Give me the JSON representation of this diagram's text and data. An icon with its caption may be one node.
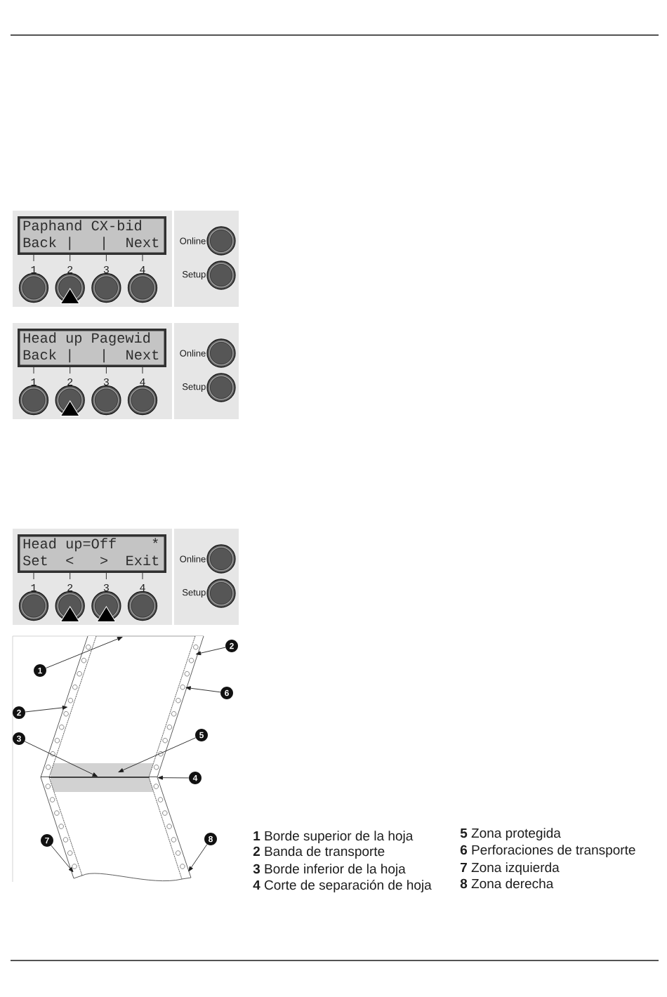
{
  "diagram": {
    "nodes": [
      {
        "text": [],
        "shape": "box"
      },
      {
        "text": [
          "Paphand CX-bid",
          "Back",
          "|",
          "|",
          "Next"
        ],
        "in": 0
      },
      {
        "text": [],
        "shape": "circle",
        "beside": [
          "1"
        ],
        "in": 0
      },
      {
        "text": [],
        "shape": "circle",
        "beside": [
          "2"
        ],
        "in": 0
      },
      {
        "text": [],
        "shape": "circle",
        "beside": [
          "3"
        ],
        "in": 0
      },
      {
        "text": [],
        "shape": "circle",
        "beside": [
          "4"
        ],
        "in": 0
      },
      {
        "text": [],
        "shape": "box"
      },
      {
        "text": [],
        "shape": "circle",
        "beside": [
          "Online"
        ],
        "in": 6
      },
      {
        "text": [],
        "shape": "circle",
        "beside": [
          "Setup"
        ],
        "in": 6
      },
      {
        "text": [],
        "shape": "box"
      },
      {
        "text": [
          "Head up Pagewid",
          "Back",
          "|",
          "|",
          "Next"
        ],
        "in": 9
      },
      {
        "text": [],
        "shape": "circle",
        "beside": [
          "1"
        ],
        "in": 9
      },
      {
        "text": [],
        "shape": "circle",
        "beside": [
          "2"
        ],
        "in": 9
      },
      {
        "text": [],
        "shape": "circle",
        "beside": [
          "3"
        ],
        "in": 9
      },
      {
        "text": [],
        "shape": "circle",
        "beside": [
          "4"
        ],
        "in": 9
      },
      {
        "text": [],
        "shape": "box"
      },
      {
        "text": [],
        "shape": "circle",
        "beside": [
          "Online"
        ],
        "in": 15
      },
      {
        "text": [],
        "shape": "circle",
        "beside": [
          "Setup"
        ],
        "in": 15
      },
      {
        "text": [],
        "shape": "box"
      },
      {
        "text": [
          "Head up=Off",
          "*",
          "Set",
          "<",
          ">",
          "Exit"
        ],
        "in": 18
      },
      {
        "text": [],
        "shape": "circle",
        "beside": [
          "1"
        ],
        "in": 18
      },
      {
        "text": [],
        "shape": "circle",
        "beside": [
          "2"
        ],
        "in": 18
      },
      {
        "text": [],
        "shape": "circle",
        "beside": [
          "3"
        ],
        "in": 18
      },
      {
        "text": [],
        "shape": "circle",
        "beside": [
          "4"
        ],
        "in": 18
      },
      {
        "text": [],
        "shape": "box"
      },
      {
        "text": [],
        "shape": "circle",
        "beside": [
          "Online"
        ],
        "in": 24
      },
      {
        "text": [],
        "shape": "circle",
        "beside": [
          "Setup"
        ],
        "in": 24
      },
      {
        "text": [
          "2"
        ]
      },
      {
        "text": [
          "1"
        ]
      },
      {
        "text": [
          "6"
        ]
      },
      {
        "text": [
          "2"
        ]
      },
      {
        "text": [
          "3"
        ]
      },
      {
        "text": [
          "5"
        ]
      },
      {
        "text": [
          "4"
        ]
      },
      {
        "text": [
          "7"
        ]
      },
      {
        "text": [
          "8"
        ]
      },
      {
        "text": [],
        "shape": "line"
      },
      {
        "text": [],
        "shape": "bar"
      },
      {
        "text": [],
        "shape": "bar"
      },
      {
        "text": [],
        "shape": "circle",
        "in": 38
      },
      {
        "text": [],
        "shape": "box"
      },
      {
        "text": [],
        "shape": "line"
      },
      {
        "text": [],
        "shape": "bar"
      },
      {
        "text": [],
        "shape": "bar"
      }
    ],
    "edges": [
      {
        "from": null,
        "to": 3,
        "arrow": "to"
      },
      {
        "from": null,
        "to": 12,
        "arrow": "to"
      },
      {
        "from": null,
        "to": 21,
        "arrow": "to"
      },
      {
        "from": null,
        "to": 22,
        "arrow": "to"
      },
      {
        "from": 27,
        "to": 38,
        "arrow": "to"
      },
      {
        "from": 28,
        "to": 36,
        "arrow": "to"
      },
      {
        "from": 29,
        "to": 39,
        "arrow": "to"
      },
      {
        "from": 30,
        "to": 37,
        "arrow": "to"
      },
      {
        "from": 31,
        "to": 41,
        "arrow": "to"
      },
      {
        "from": 32,
        "to": 40,
        "arrow": "to"
      },
      {
        "from": 33,
        "to": 41,
        "arrow": "to"
      },
      {
        "from": 34,
        "to": 42,
        "arrow": "to"
      },
      {
        "from": 35,
        "to": 43,
        "arrow": "to"
      }
    ],
    "labels": [
      "**1** Borde superior de la hoja",
      "**2** Banda de transporte",
      "**3** Borde inferior de la hoja",
      "**4** Corte de separación de hoja",
      "**5** Zona protegida",
      "**6** Perforaciones de transporte",
      "**7** Zona izquierda",
      "**8** Zona derecha"
    ]
  }
}
